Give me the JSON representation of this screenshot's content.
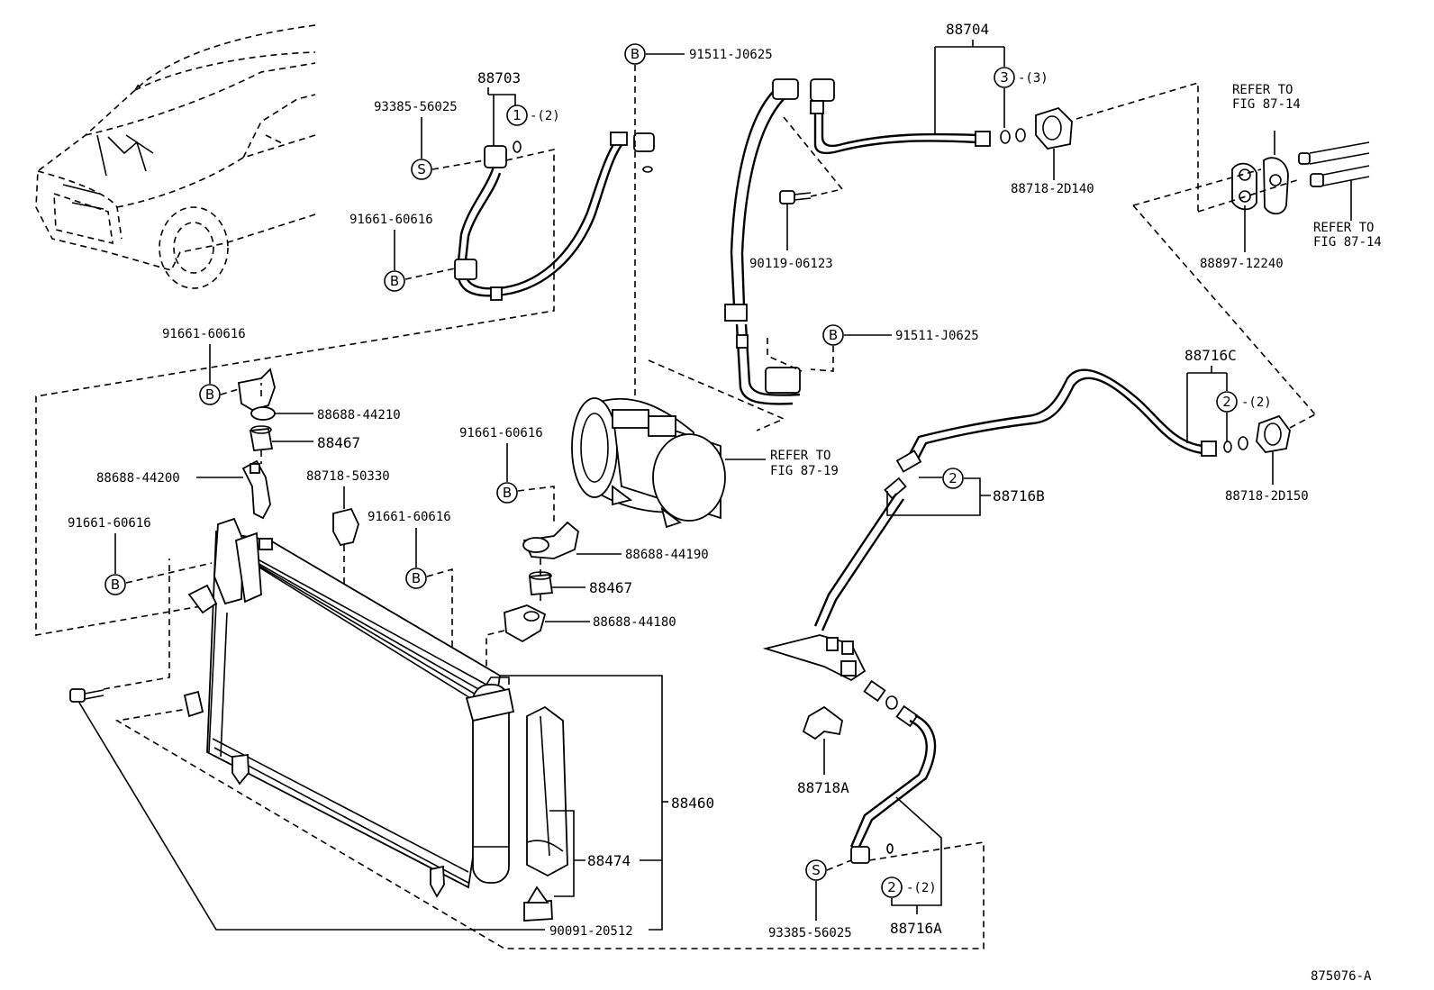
{
  "diagram_id": "875076-A",
  "labels": {
    "p88703": "88703",
    "p93385a": "93385-56025",
    "p91661a": "91661-60616",
    "p91511a": "91511-J0625",
    "p88704": "88704",
    "p88718_2d140": "88718-2D140",
    "p90119": "90119-06123",
    "p91511b": "91511-J0625",
    "p88897": "88897-12240",
    "refer_87_14a_1": "REFER TO",
    "refer_87_14a_2": "FIG 87-14",
    "refer_87_14b_1": "REFER TO",
    "refer_87_14b_2": "FIG 87-14",
    "p91661b": "91661-60616",
    "p88688_44210": "88688-44210",
    "p88467a": "88467",
    "p88688_44200": "88688-44200",
    "p88718_50330": "88718-50330",
    "p91661c": "91661-60616",
    "p91661d": "91661-60616",
    "p91661e": "91661-60616",
    "refer_87_19_1": "REFER TO",
    "refer_87_19_2": "FIG 87-19",
    "p88716c": "88716C",
    "p88718_2d150": "88718-2D150",
    "p88716b": "88716B",
    "p88688_44190": "88688-44190",
    "p88467b": "88467",
    "p88688_44180": "88688-44180",
    "p88718a": "88718A",
    "p88460": "88460",
    "p88474": "88474",
    "p90091": "90091-20512",
    "p93385b": "93385-56025",
    "p88716a": "88716A",
    "qty_1": "-(2)",
    "qty_3": "-(3)",
    "qty_2a": "-(2)",
    "qty_2b": "-(2)"
  },
  "symbols": {
    "b": "B",
    "s": "S",
    "n1": "1",
    "n2": "2",
    "n3": "3"
  }
}
